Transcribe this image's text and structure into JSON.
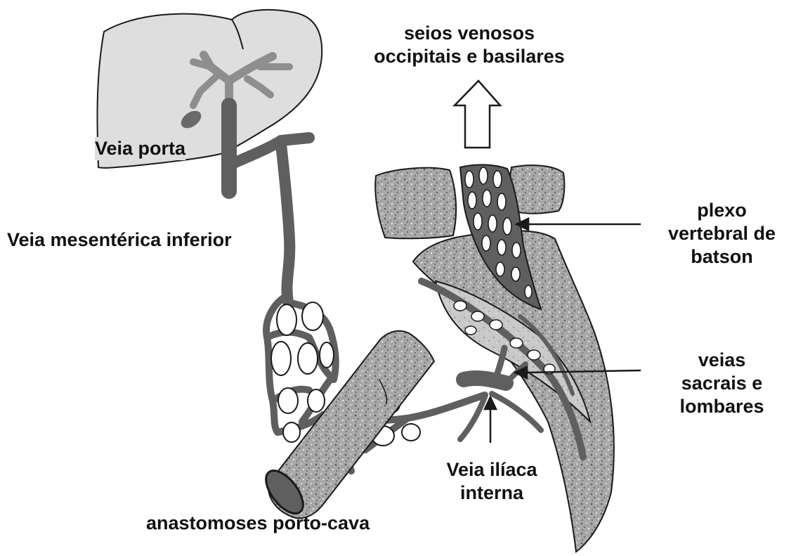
{
  "colors": {
    "background": "#ffffff",
    "liver_fill": "#dedede",
    "vein": "#5f5f5f",
    "bone_fill": "#a9a9a9",
    "outline": "#1a1a1a",
    "text": "#111111"
  },
  "labels": {
    "seios_line1": "seios venosos",
    "seios_line2": "occipitais e basilares",
    "veia_porta": "Veia porta",
    "mesenterica": "Veia mesentérica inferior",
    "plexo_line1": "plexo",
    "plexo_line2": "vertebral de",
    "plexo_line3": "batson",
    "sacrais_line1": "veias",
    "sacrais_line2": "sacrais e",
    "sacrais_line3": "lombares",
    "iliaca_line1": "Veia ilíaca",
    "iliaca_line2": "interna",
    "anastomoses": "anastomoses porto-cava"
  }
}
